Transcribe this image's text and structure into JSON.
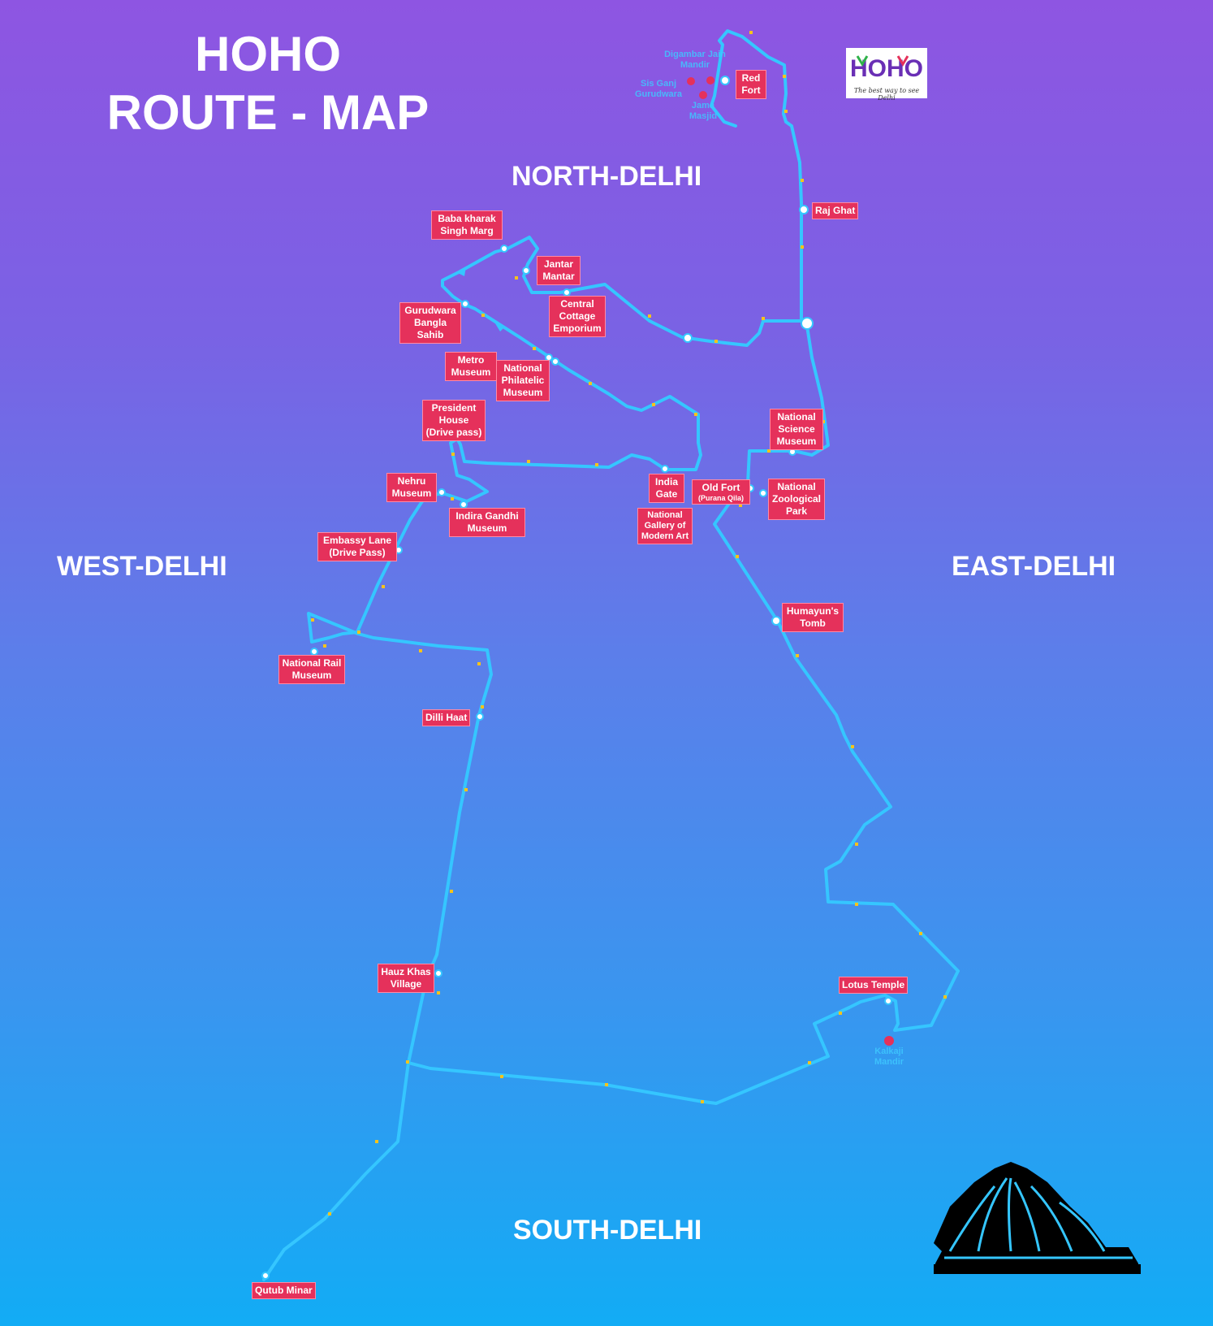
{
  "title": {
    "line1": "HOHO",
    "line2": "ROUTE - MAP"
  },
  "regions": {
    "north": "NORTH-DELHI",
    "west": "WEST-DELHI",
    "east": "EAST-DELHI",
    "south": "SOUTH-DELHI"
  },
  "logo": {
    "text": "HOHO",
    "tagline": "The best way to see Delhi"
  },
  "colors": {
    "route": "#35c6ff",
    "label_bg": "#e5315b",
    "stop": "#ffffff",
    "marker": "#e5315b"
  },
  "stops": {
    "red_fort": "Red Fort",
    "raj_ghat": "Raj Ghat",
    "baba_kharak": "Baba kharak Singh Marg",
    "jantar_mantar": "Jantar Mantar",
    "central_cottage": "Central Cottage Emporium",
    "gurudwara": "Gurudwara Bangla Sahib",
    "metro_museum": "Metro Museum",
    "philatelic": "National Philatelic Museum",
    "president_house": "President House (Drive pass)",
    "science_museum": "National Science Museum",
    "india_gate": "India Gate",
    "old_fort": "Old Fort",
    "old_fort_sub": "(Purana Qila)",
    "zoo": "National Zoological Park",
    "nehru": "Nehru Museum",
    "indira": "Indira Gandhi Museum",
    "ngma": "National Gallery of Modern Art",
    "embassy": "Embassy Lane (Drive Pass)",
    "humayun": "Humayun's Tomb",
    "rail_museum": "National Rail Museum",
    "dilli_haat": "Dilli Haat",
    "hauz_khas": "Hauz Khas Village",
    "lotus": "Lotus Temple",
    "qutub": "Qutub Minar"
  },
  "faint_labels": {
    "digambar": "Digambar Jain Mandir",
    "sisganj": "Sis Ganj Gurudwara",
    "jama": "Jama Masjid",
    "kalkaji": "Kalkaji Mandir"
  }
}
